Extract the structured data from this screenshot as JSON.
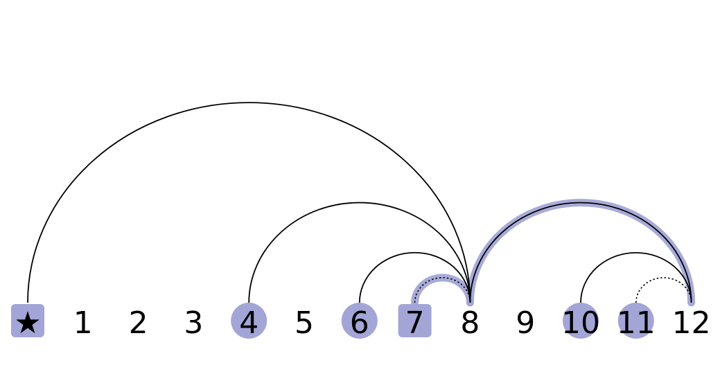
{
  "nodes": [
    {
      "label": "★",
      "marker": "square"
    },
    {
      "label": "1",
      "marker": "none"
    },
    {
      "label": "2",
      "marker": "none"
    },
    {
      "label": "3",
      "marker": "none"
    },
    {
      "label": "4",
      "marker": "circle"
    },
    {
      "label": "5",
      "marker": "none"
    },
    {
      "label": "6",
      "marker": "circle"
    },
    {
      "label": "7",
      "marker": "square"
    },
    {
      "label": "8",
      "marker": "none"
    },
    {
      "label": "9",
      "marker": "none"
    },
    {
      "label": "10",
      "marker": "circle"
    },
    {
      "label": "11",
      "marker": "circle"
    },
    {
      "label": "12",
      "marker": "none"
    }
  ],
  "arcs": [
    {
      "from": 0,
      "to": 8,
      "style": "solid",
      "highlight": false
    },
    {
      "from": 4,
      "to": 8,
      "style": "solid",
      "highlight": false
    },
    {
      "from": 6,
      "to": 8,
      "style": "solid",
      "highlight": false
    },
    {
      "from": 7,
      "to": 8,
      "style": "dotted",
      "highlight": true
    },
    {
      "from": 8,
      "to": 12,
      "style": "solid",
      "highlight": true
    },
    {
      "from": 10,
      "to": 12,
      "style": "solid",
      "highlight": false
    },
    {
      "from": 11,
      "to": 12,
      "style": "dotted",
      "highlight": false
    }
  ],
  "colors": {
    "highlight": "#a3a5d6",
    "line": "#000000"
  }
}
